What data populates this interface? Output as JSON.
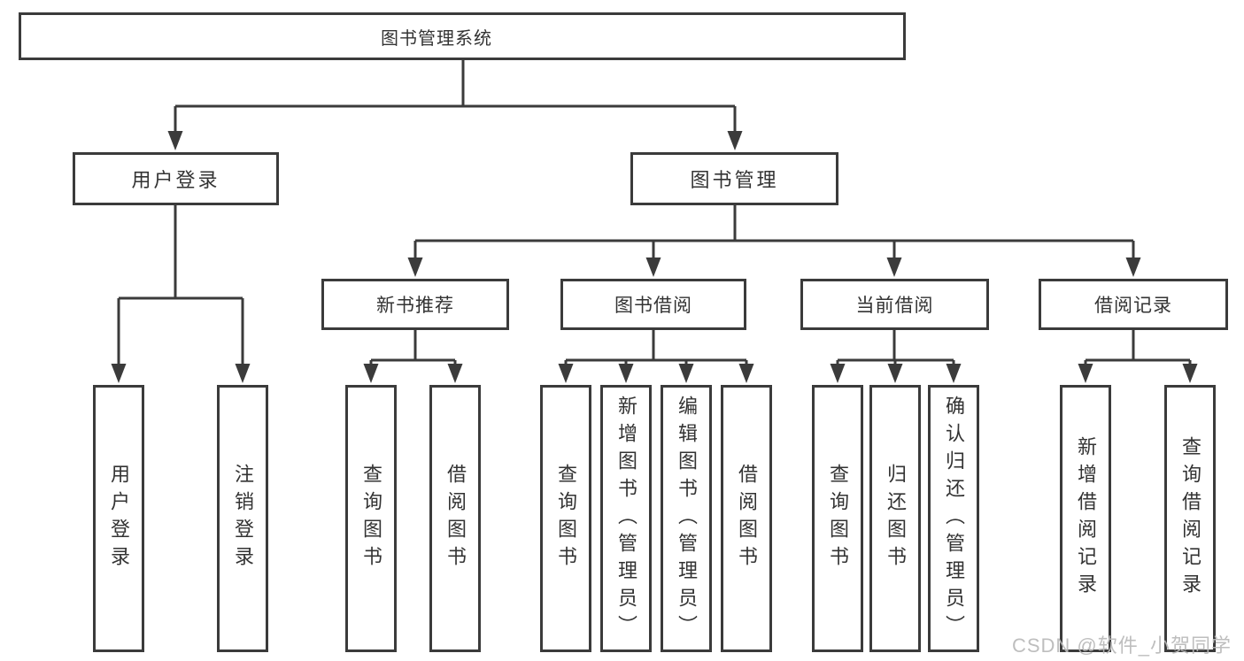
{
  "diagram": {
    "title": "图书管理系统",
    "branches": [
      {
        "label": "用户登录",
        "leaves": [
          "用户登录",
          "注销登录"
        ]
      },
      {
        "label": "图书管理",
        "groups": [
          {
            "label": "新书推荐",
            "leaves": [
              "查询图书",
              "借阅图书"
            ]
          },
          {
            "label": "图书借阅",
            "leaves": [
              "查询图书",
              "新增图书（管理员）",
              "编辑图书（管理员）",
              "借阅图书"
            ]
          },
          {
            "label": "当前借阅",
            "leaves": [
              "查询图书",
              "归还图书",
              "确认归还（管理员）"
            ]
          },
          {
            "label": "借阅记录",
            "leaves": [
              "新增借阅记录",
              "查询借阅记录"
            ]
          }
        ]
      }
    ]
  },
  "watermark": {
    "text": "CSDN @软件_小贺同学"
  },
  "colors": {
    "line": "#3b3b3b",
    "text": "#333333",
    "background": "#ffffff",
    "watermark": "#b9b9b9"
  }
}
